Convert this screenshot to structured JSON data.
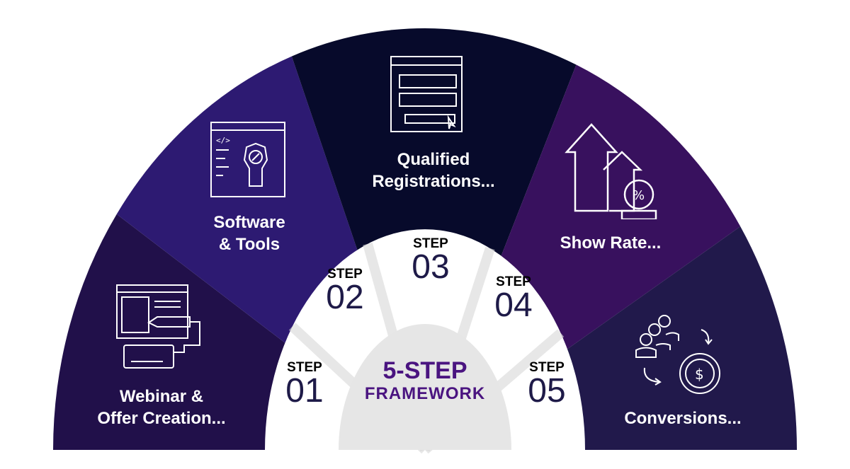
{
  "title": {
    "line1": "5-STEP",
    "line2": "FRAMEWORK"
  },
  "steps": [
    {
      "word": "STEP",
      "number": "01",
      "label_line1": "Webinar &",
      "label_line2": "Offer Creation...",
      "icon": "monitor-keyboard-icon",
      "color": "#21104a"
    },
    {
      "word": "STEP",
      "number": "02",
      "label_line1": "Software",
      "label_line2": "& Tools",
      "icon": "code-wrench-icon",
      "color": "#2d1a72"
    },
    {
      "word": "STEP",
      "number": "03",
      "label_line1": "Qualified",
      "label_line2": "Registrations...",
      "icon": "registration-form-icon",
      "color": "#070a2b"
    },
    {
      "word": "STEP",
      "number": "04",
      "label_line1": "Show Rate...",
      "label_line2": "",
      "icon": "arrows-up-percent-icon",
      "color": "#38115e"
    },
    {
      "word": "STEP",
      "number": "05",
      "label_line1": "Conversions...",
      "label_line2": "",
      "icon": "people-dollar-cycle-icon",
      "color": "#21194b"
    }
  ]
}
